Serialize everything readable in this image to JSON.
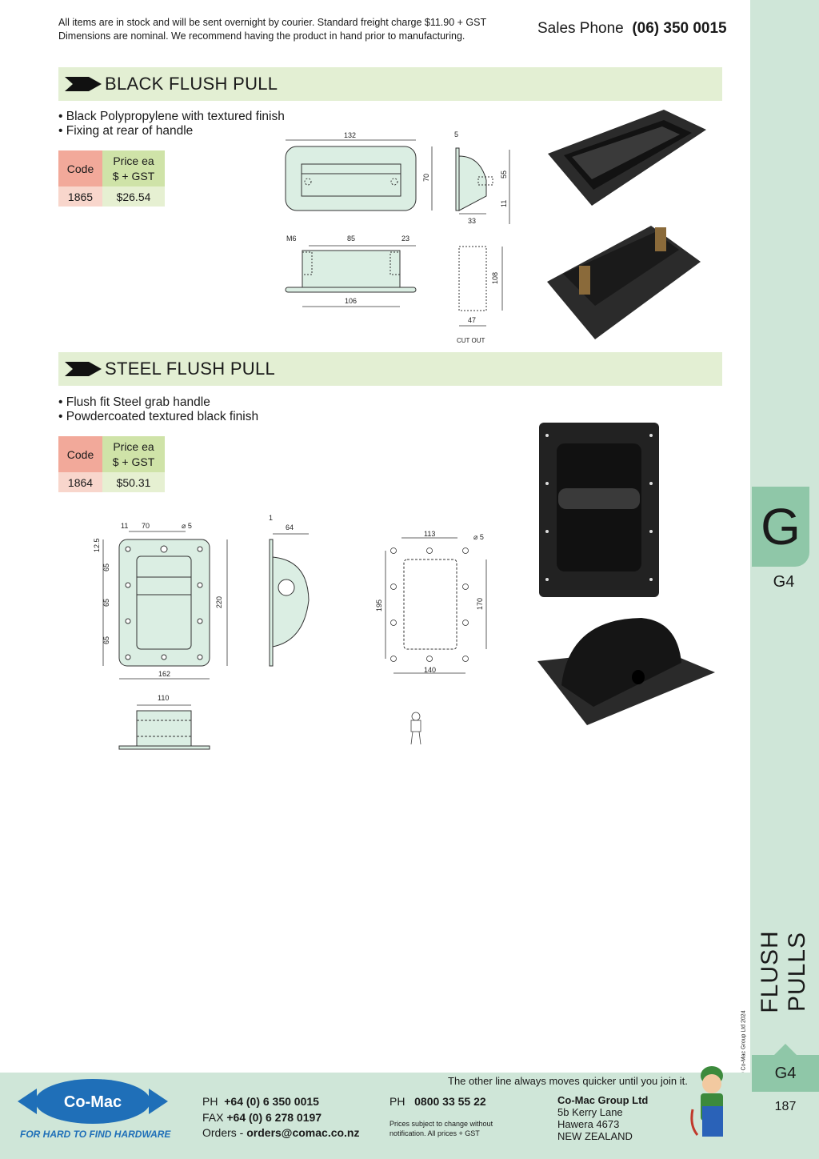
{
  "header": {
    "note_line1": "All items are in stock and will be sent overnight by courier. Standard freight charge $11.90 + GST",
    "note_line2": "Dimensions are nominal. We recommend having the product in hand prior to manufacturing.",
    "sales_label": "Sales Phone",
    "sales_number": "(06) 350 0015"
  },
  "sections": [
    {
      "title": "BLACK FLUSH PULL",
      "bullets": [
        "• Black Polypropylene with textured finish",
        "• Fixing at rear of handle"
      ],
      "table": {
        "code_header": "Code",
        "price_header_1": "Price ea",
        "price_header_2": "$ + GST",
        "code": "1865",
        "price": "$26.54"
      },
      "drawing_labels": {
        "width": "132",
        "height": "70",
        "depth_small": "5",
        "side_h": "55",
        "side_w": "33",
        "side_small": "11",
        "m6": "M6",
        "span": "85",
        "end": "23",
        "base": "106",
        "cut_h": "108",
        "cut_w": "47",
        "cutout": "CUT OUT"
      }
    },
    {
      "title": "STEEL FLUSH PULL",
      "bullets": [
        "• Flush fit Steel grab handle",
        "• Powdercoated textured black finish"
      ],
      "table": {
        "code_header": "Code",
        "price_header_1": "Price ea",
        "price_header_2": "$ + GST",
        "code": "1864",
        "price": "$50.31"
      },
      "drawing_labels": {
        "d11": "11",
        "d70": "70",
        "dia5": "⌀ 5",
        "d12_5": "12.5",
        "d65a": "65",
        "d65b": "65",
        "d65c": "65",
        "d220": "220",
        "d162": "162",
        "d110": "110",
        "d1": "1",
        "d64": "64",
        "d113": "113",
        "dia5b": "⌀ 5",
        "d195": "195",
        "d170": "170",
        "d140": "140"
      }
    }
  ],
  "sidebar": {
    "letter": "G",
    "code": "G4",
    "title": "FLUSH PULLS",
    "copyright": "© Co-Mac Group Ltd 2024",
    "bottom_code": "G4",
    "page": "187"
  },
  "footer": {
    "slogan": "The other line always moves quicker until you join it.",
    "ph_label": "PH",
    "ph": "+64 (0) 6 350 0015",
    "fax_label": "FAX",
    "fax": "+64 (0) 6 278 0197",
    "orders_label": "Orders - ",
    "orders": "orders@comac.co.nz",
    "ph2_label": "PH",
    "ph2": "0800 33 55 22",
    "small_print_1": "Prices subject to change without",
    "small_print_2": "notification. All prices + GST",
    "company_name": "Co-Mac Group Ltd",
    "address_1": "5b Kerry Lane",
    "address_2": "Hawera 4673",
    "address_3": "NEW ZEALAND",
    "logo_text": "Co-Mac",
    "logo_tagline": "FOR HARD TO FIND HARDWARE"
  },
  "colors": {
    "section_bar": "#e3efd3",
    "sidebar": "#cfe6d8",
    "tab": "#8fc7a8",
    "code_header": "#f2a99a",
    "price_header": "#cfe3a8",
    "logo_blue": "#1f6fb8"
  }
}
